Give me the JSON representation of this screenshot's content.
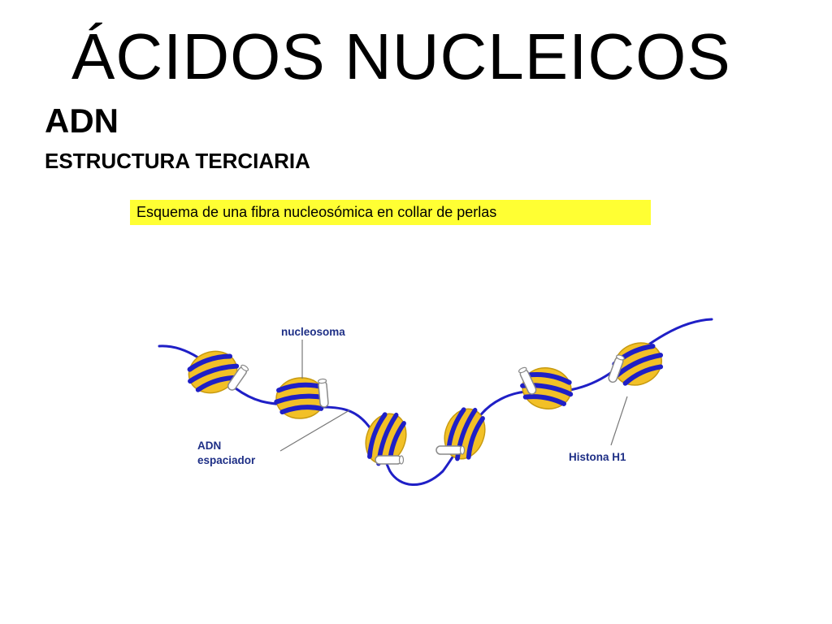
{
  "slide": {
    "title": "ÁCIDOS NUCLEICOS",
    "subtitle": "ADN",
    "subheading": "ESTRUCTURA TERCIARIA"
  },
  "diagram": {
    "caption": "Esquema de una fibra nucleosómica en collar de perlas",
    "labels": {
      "nucleosome": "nucleosoma",
      "linker_line1": "ADN",
      "linker_line2": "espaciador",
      "histone": "Histona H1"
    },
    "colors": {
      "dna_strand": "#1f1fc6",
      "nucleosome_fill": "#f2c027",
      "label_text": "#1e2f86",
      "caption_bg": "#ffff33"
    }
  }
}
